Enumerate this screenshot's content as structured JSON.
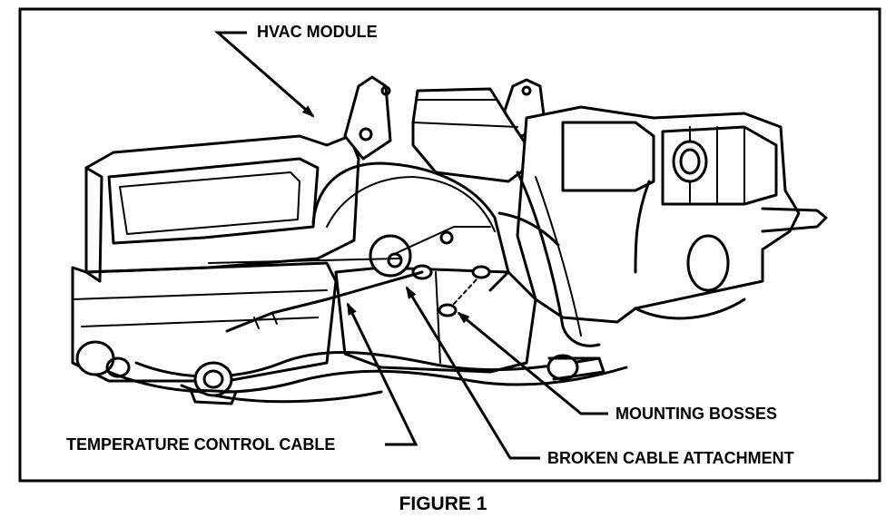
{
  "figure": {
    "caption": "FIGURE 1",
    "labels": {
      "hvac_module": "HVAC MODULE",
      "mounting_bosses": "MOUNTING BOSSES",
      "temperature_control_cable": "TEMPERATURE CONTROL CABLE",
      "broken_cable_attachment": "BROKEN CABLE ATTACHMENT"
    }
  }
}
